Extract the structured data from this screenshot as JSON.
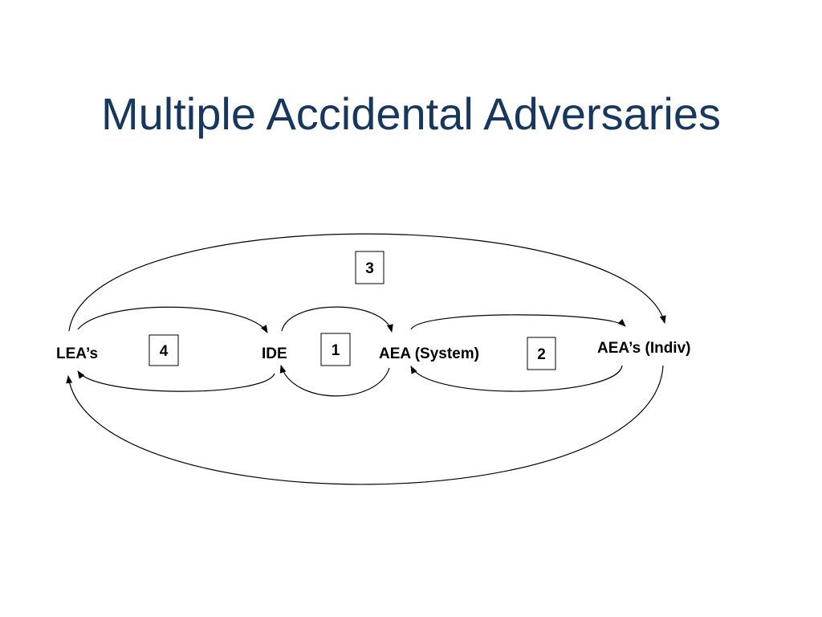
{
  "slide": {
    "title": "Multiple Accidental Adversaries"
  },
  "diagram": {
    "nodes": {
      "leas": "LEA’s",
      "ide": "IDE",
      "aea_system": "AEA (System)",
      "aea_indiv": "AEA’s (Indiv)"
    },
    "loops": {
      "loop_1": "1",
      "loop_2": "2",
      "loop_3": "3",
      "loop_4": "4"
    }
  }
}
